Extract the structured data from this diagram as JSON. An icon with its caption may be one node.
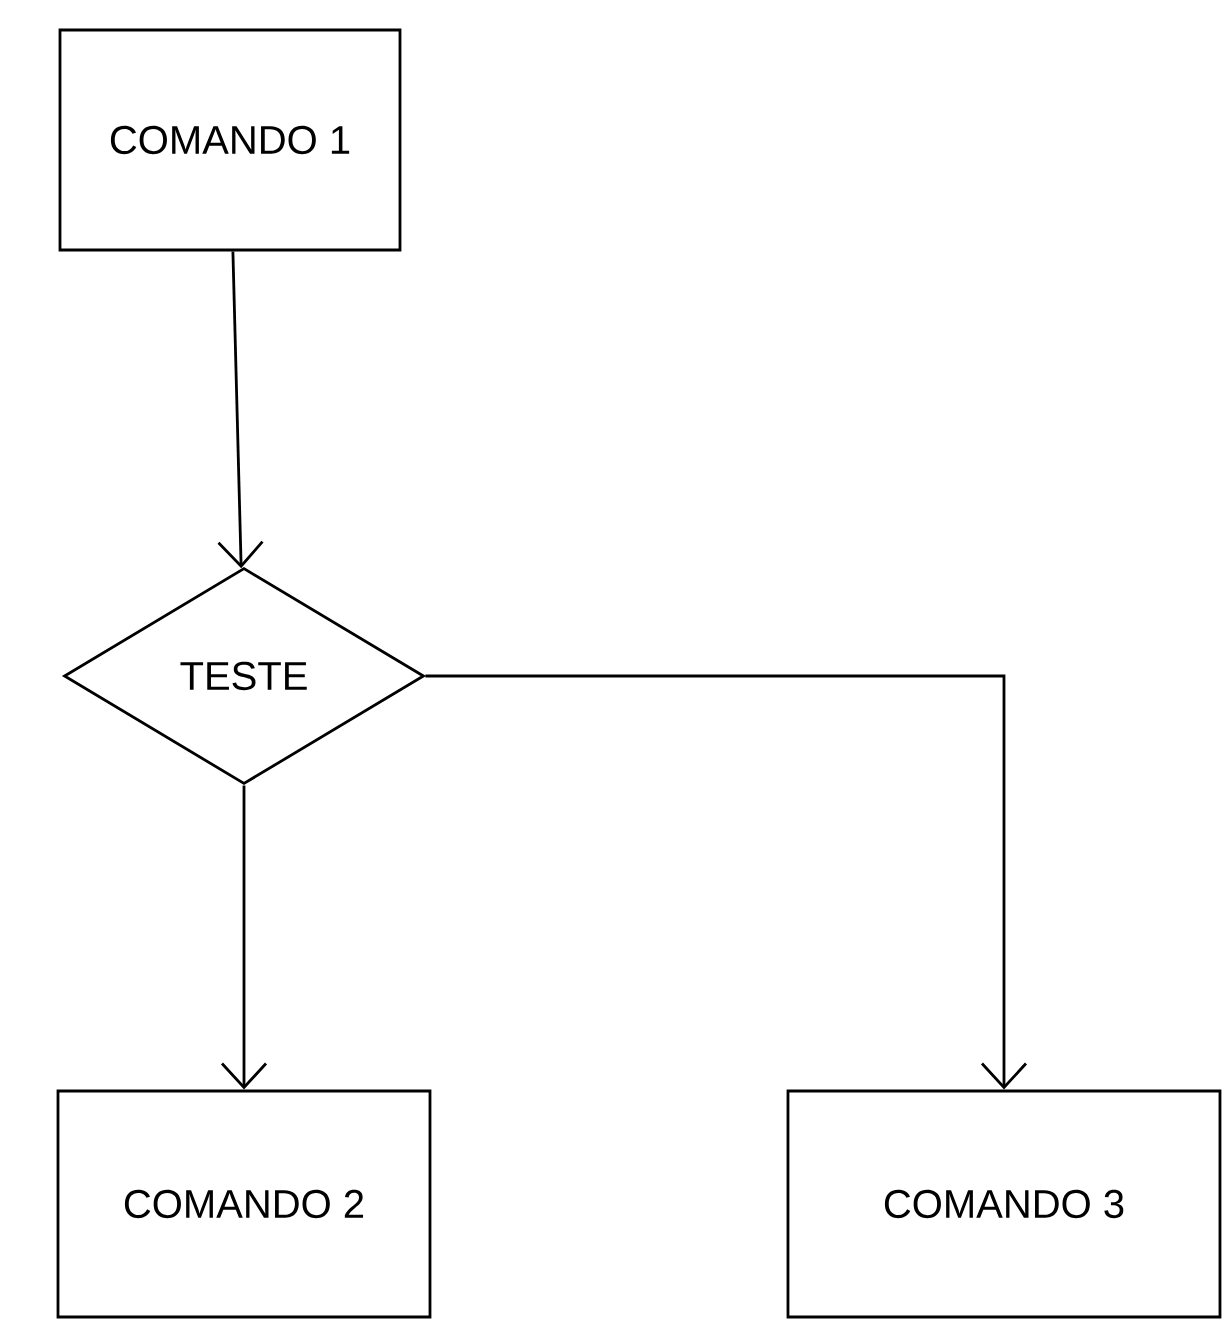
{
  "diagram": {
    "nodes": [
      {
        "text": [
          "COMANDO 1"
        ]
      },
      {
        "text": [
          "TESTE"
        ]
      },
      {
        "text": [
          "COMANDO 2"
        ]
      },
      {
        "text": [
          "COMANDO 3"
        ]
      }
    ],
    "edges": [
      {
        "from": 0,
        "to": 1,
        "arrow": "to"
      },
      {
        "from": 1,
        "to": 2,
        "arrow": "to"
      },
      {
        "from": 1,
        "to": 3,
        "arrow": "to"
      }
    ]
  }
}
